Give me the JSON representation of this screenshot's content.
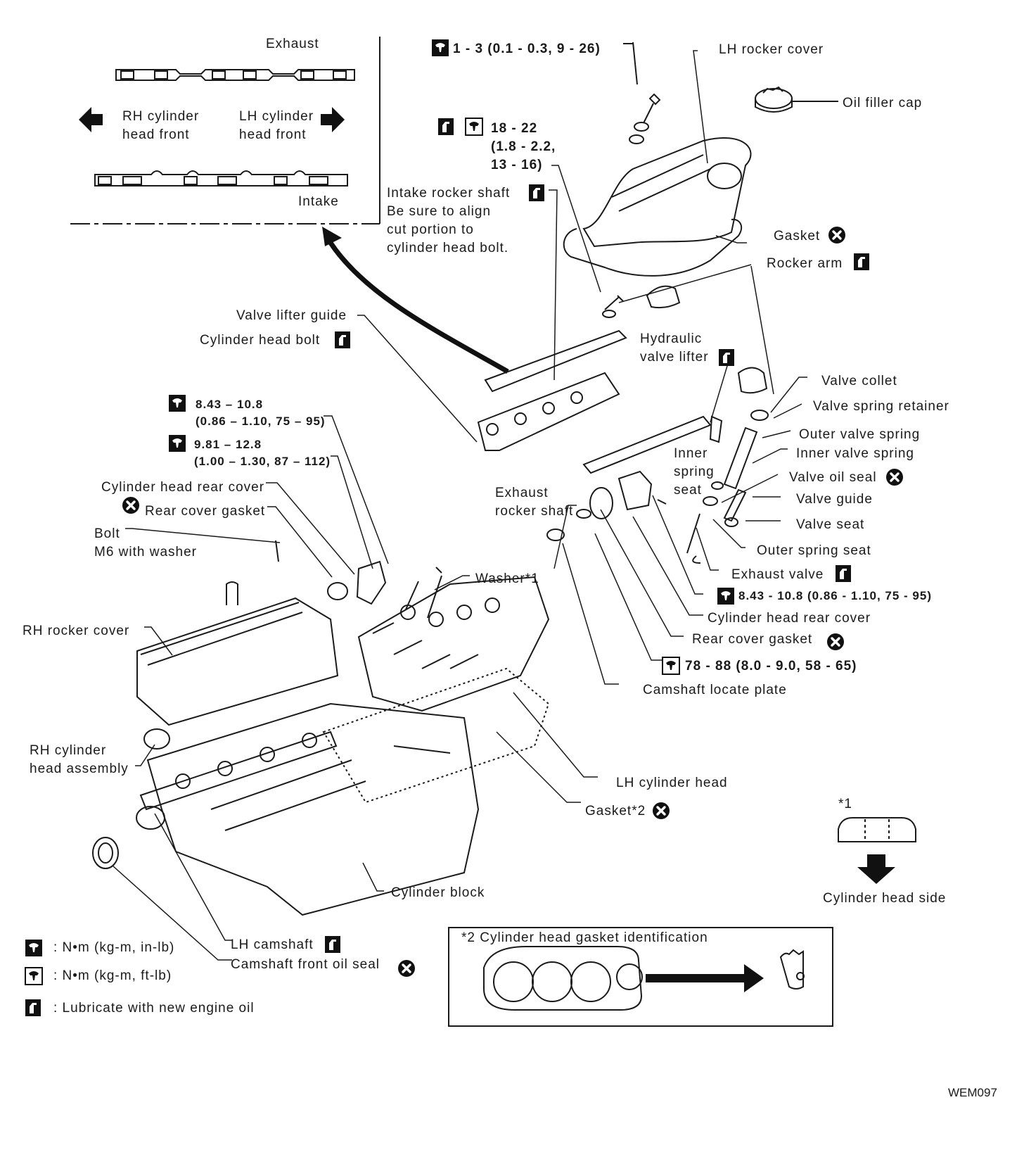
{
  "figure_code": "WEM097",
  "inset": {
    "exhaust": "Exhaust",
    "intake": "Intake",
    "rh_front": [
      "RH cylinder",
      "head front"
    ],
    "lh_front": [
      "LH cylinder",
      "head front"
    ]
  },
  "torque": {
    "rocker_cover_bolt": "1 - 3 (0.1 - 0.3, 9 - 26)",
    "rocker_shaft_l1": "18 - 22",
    "rocker_shaft_l2": "(1.8 - 2.2,",
    "rocker_shaft_l3": "13 - 16)",
    "rear_cover_a_l1": "8.43 – 10.8",
    "rear_cover_a_l2": "(0.86 – 1.10, 75 – 95)",
    "rear_cover_b_l1": "9.81 – 12.8",
    "rear_cover_b_l2": "(1.00 – 1.30, 87 – 112)",
    "lh_rear_cover": "8.43 - 10.8 (0.86 - 1.10, 75 - 95)",
    "camshaft_plate": "78 - 88 (8.0 - 9.0, 58 - 65)"
  },
  "labels": {
    "lh_rocker_cover": "LH rocker cover",
    "oil_filler_cap": "Oil filler cap",
    "intake_rocker_shaft": "Intake rocker shaft",
    "align_note_1": "Be sure to align",
    "align_note_2": "cut portion to",
    "align_note_3": "cylinder head bolt.",
    "gasket": "Gasket",
    "rocker_arm": "Rocker arm",
    "valve_lifter_guide": "Valve lifter guide",
    "cylinder_head_bolt": "Cylinder head bolt",
    "hydraulic_1": "Hydraulic",
    "hydraulic_2": "valve lifter",
    "valve_collet": "Valve collet",
    "valve_spring_retainer": "Valve spring retainer",
    "outer_valve_spring": "Outer valve spring",
    "inner_valve_spring": "Inner valve spring",
    "inner_seat_1": "Inner",
    "inner_seat_2": "spring",
    "inner_seat_3": "seat",
    "valve_oil_seal": "Valve oil seal",
    "valve_guide": "Valve guide",
    "valve_seat": "Valve seat",
    "outer_spring_seat": "Outer spring seat",
    "exhaust_valve": "Exhaust valve",
    "exhaust_rocker_1": "Exhaust",
    "exhaust_rocker_2": "rocker shaft",
    "cyl_head_rear_cover": "Cylinder head rear cover",
    "rear_cover_gasket_left": "Rear cover gasket",
    "bolt_1": "Bolt",
    "bolt_2": "M6 with washer",
    "washer": "Washer*1",
    "rh_rocker_cover": "RH rocker cover",
    "cyl_head_rear_cover_right": "Cylinder head rear cover",
    "rear_cover_gasket_right": "Rear cover gasket",
    "camshaft_locate_plate": "Camshaft locate plate",
    "rh_head_assy_1": "RH cylinder",
    "rh_head_assy_2": "head assembly",
    "lh_cylinder_head": "LH cylinder head",
    "gasket2": "Gasket*2",
    "star1": "*1",
    "cylinder_head_side": "Cylinder head side",
    "cylinder_block": "Cylinder block",
    "lh_camshaft": "LH camshaft",
    "camshaft_front_oil_seal": "Camshaft front oil seal",
    "gasket_id_title": "*2 Cylinder head gasket identification"
  },
  "legend": {
    "in_lb": ": N•m (kg-m, in-lb)",
    "ft_lb": ": N•m (kg-m, ft-lb)",
    "lube": ": Lubricate with new engine oil"
  }
}
